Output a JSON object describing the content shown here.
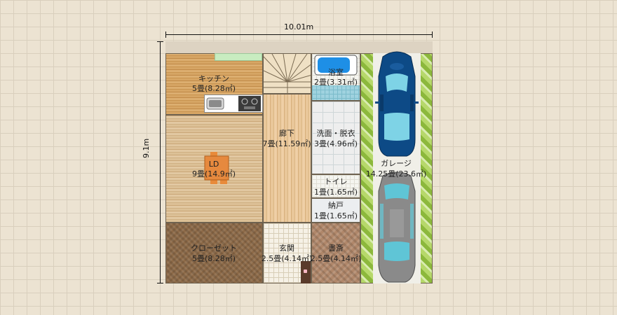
{
  "dimensions": {
    "width": "10.01m",
    "height": "9.1m"
  },
  "rooms": [
    {
      "name": "キッチン",
      "area": "5畳(8.28㎡)"
    },
    {
      "name": "LD",
      "area": "9畳(14.9㎡)"
    },
    {
      "name": "廊下",
      "area": "7畳(11.59㎡)"
    },
    {
      "name": "浴室",
      "area": "2畳(3.31㎡)"
    },
    {
      "name": "洗面・脱衣",
      "area": "3畳(4.96㎡)"
    },
    {
      "name": "トイレ",
      "area": "1畳(1.65㎡)"
    },
    {
      "name": "納戸",
      "area": "1畳(1.65㎡)"
    },
    {
      "name": "クローゼット",
      "area": "5畳(8.28㎡)"
    },
    {
      "name": "玄関",
      "area": "2.5畳(4.14㎡)"
    },
    {
      "name": "書斎",
      "area": "2.5畳(4.14㎡)"
    },
    {
      "name": "ガレージ",
      "area": "14.25畳(23.6㎡)"
    }
  ],
  "colors": {
    "car_front": "#0d4a86",
    "car_rear": "#8a8a8a",
    "garage_green": "#9cc24a",
    "bathtub": "#1e8fe6"
  },
  "icons": [
    "car-icon",
    "bathtub-icon",
    "stove-icon",
    "sink-icon",
    "table-icon",
    "door-icon",
    "stairs-icon"
  ]
}
